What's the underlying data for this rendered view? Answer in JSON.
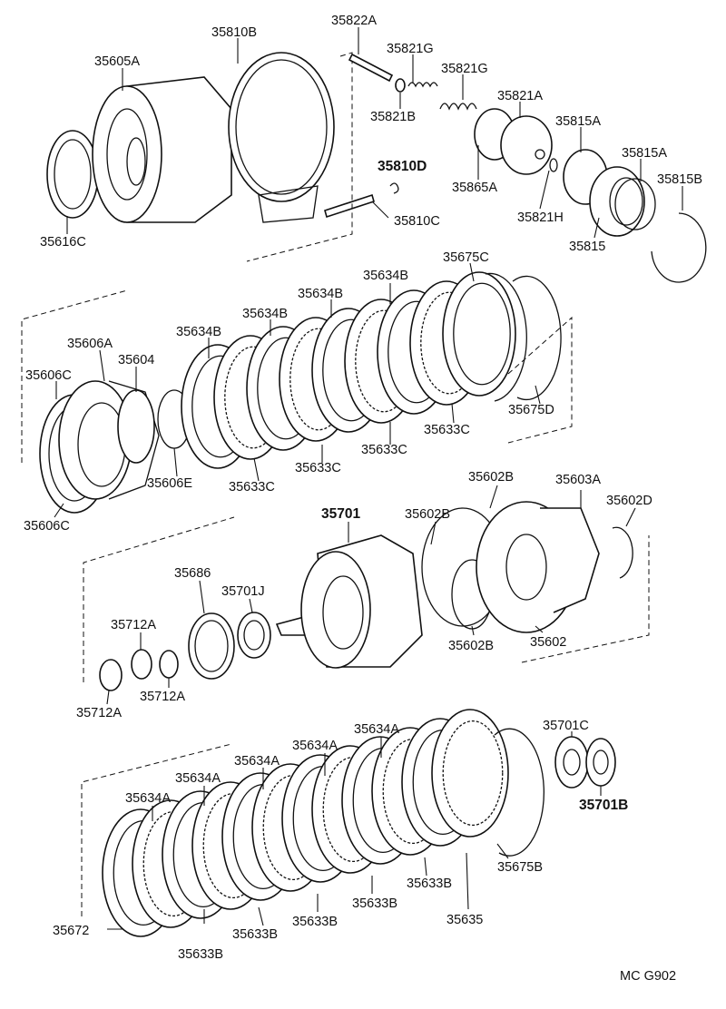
{
  "drawing_code": "MC  G902",
  "labels": [
    {
      "id": "l1",
      "text": "35605A"
    },
    {
      "id": "l2",
      "text": "35810B"
    },
    {
      "id": "l3",
      "text": "35822A"
    },
    {
      "id": "l4",
      "text": "35821G"
    },
    {
      "id": "l5",
      "text": "35821G"
    },
    {
      "id": "l6",
      "text": "35821B"
    },
    {
      "id": "l7",
      "text": "35821A"
    },
    {
      "id": "l8",
      "text": "35815A"
    },
    {
      "id": "l9",
      "text": "35815A"
    },
    {
      "id": "l10",
      "text": "35815B"
    },
    {
      "id": "l11",
      "text": "35810D"
    },
    {
      "id": "l12",
      "text": "35865A"
    },
    {
      "id": "l13",
      "text": "35821H"
    },
    {
      "id": "l14",
      "text": "35815"
    },
    {
      "id": "l15",
      "text": "35810C"
    },
    {
      "id": "l16",
      "text": "35616C"
    },
    {
      "id": "l17",
      "text": "35675C"
    },
    {
      "id": "l18",
      "text": "35634B"
    },
    {
      "id": "l19",
      "text": "35634B"
    },
    {
      "id": "l20",
      "text": "35634B"
    },
    {
      "id": "l21",
      "text": "35634B"
    },
    {
      "id": "l22",
      "text": "35606A"
    },
    {
      "id": "l23",
      "text": "35604"
    },
    {
      "id": "l24",
      "text": "35606C"
    },
    {
      "id": "l25",
      "text": "35675D"
    },
    {
      "id": "l26",
      "text": "35633C"
    },
    {
      "id": "l27",
      "text": "35633C"
    },
    {
      "id": "l28",
      "text": "35633C"
    },
    {
      "id": "l29",
      "text": "35606E"
    },
    {
      "id": "l30",
      "text": "35633C"
    },
    {
      "id": "l31",
      "text": "35606C"
    },
    {
      "id": "l32",
      "text": "35602B"
    },
    {
      "id": "l33",
      "text": "35603A"
    },
    {
      "id": "l34",
      "text": "35701"
    },
    {
      "id": "l35",
      "text": "35602B"
    },
    {
      "id": "l36",
      "text": "35602D"
    },
    {
      "id": "l37",
      "text": "35686"
    },
    {
      "id": "l38",
      "text": "35701J"
    },
    {
      "id": "l39",
      "text": "35712A"
    },
    {
      "id": "l40",
      "text": "35602B"
    },
    {
      "id": "l41",
      "text": "35602"
    },
    {
      "id": "l42",
      "text": "35712A"
    },
    {
      "id": "l43",
      "text": "35712A"
    },
    {
      "id": "l44",
      "text": "35634A"
    },
    {
      "id": "l45",
      "text": "35701C"
    },
    {
      "id": "l46",
      "text": "35634A"
    },
    {
      "id": "l47",
      "text": "35634A"
    },
    {
      "id": "l48",
      "text": "35634A"
    },
    {
      "id": "l49",
      "text": "35634A"
    },
    {
      "id": "l50",
      "text": "35701B"
    },
    {
      "id": "l51",
      "text": "35633B"
    },
    {
      "id": "l52",
      "text": "35675B"
    },
    {
      "id": "l53",
      "text": "35633B"
    },
    {
      "id": "l54",
      "text": "35635"
    },
    {
      "id": "l55",
      "text": "35672"
    },
    {
      "id": "l56",
      "text": "35633B"
    },
    {
      "id": "l57",
      "text": "35633B"
    },
    {
      "id": "l58",
      "text": "35633B"
    }
  ]
}
